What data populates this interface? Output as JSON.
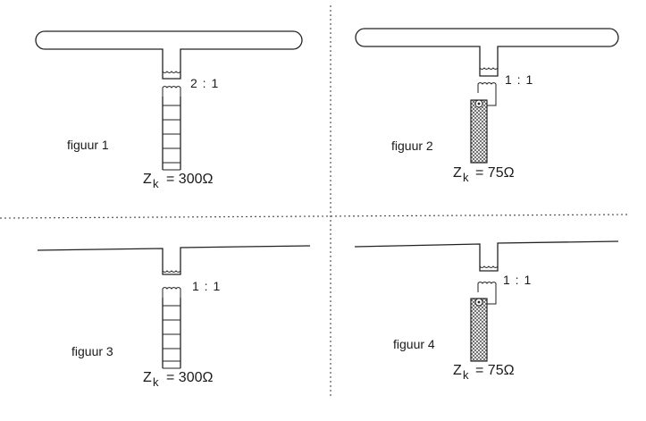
{
  "panels": [
    {
      "figure_label": "figuur 1",
      "ratio": "2 : 1",
      "impedance_symbol": "Z",
      "impedance_sub": "k",
      "impedance_value": "= 300Ω",
      "antenna": "folded-dipole",
      "feedline": "ladder-line"
    },
    {
      "figure_label": "figuur 2",
      "ratio": "1 : 1",
      "impedance_symbol": "Z",
      "impedance_sub": "k",
      "impedance_value": "= 75Ω",
      "antenna": "folded-dipole",
      "feedline": "coax"
    },
    {
      "figure_label": "figuur 3",
      "ratio": "1 : 1",
      "impedance_symbol": "Z",
      "impedance_sub": "k",
      "impedance_value": "= 300Ω",
      "antenna": "dipole",
      "feedline": "ladder-line"
    },
    {
      "figure_label": "figuur 4",
      "ratio": "1 : 1",
      "impedance_symbol": "Z",
      "impedance_sub": "k",
      "impedance_value": "= 75Ω",
      "antenna": "dipole",
      "feedline": "coax"
    }
  ],
  "colors": {
    "ink": "#222222",
    "background": "#ffffff"
  }
}
